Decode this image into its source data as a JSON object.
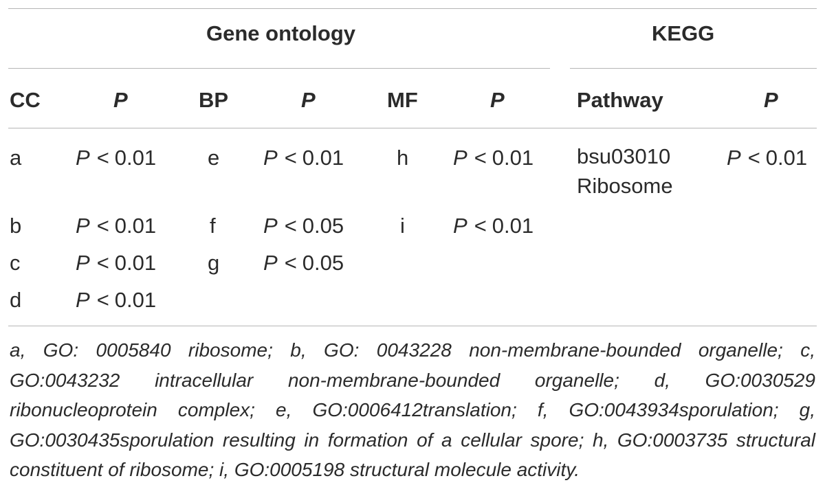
{
  "groups": {
    "gene_ontology": "Gene ontology",
    "kegg": "KEGG"
  },
  "columns": {
    "cc": "CC",
    "cc_p": "P",
    "bp": "BP",
    "bp_p": "P",
    "mf": "MF",
    "mf_p": "P",
    "pathway": "Pathway",
    "pathway_p": "P"
  },
  "cc_rows": [
    {
      "label": "a",
      "p_symbol": "P",
      "op": "<",
      "value": "0.01"
    },
    {
      "label": "b",
      "p_symbol": "P",
      "op": "<",
      "value": "0.01"
    },
    {
      "label": "c",
      "p_symbol": "P",
      "op": "<",
      "value": "0.01"
    },
    {
      "label": "d",
      "p_symbol": "P",
      "op": "<",
      "value": "0.01"
    }
  ],
  "bp_rows": [
    {
      "label": "e",
      "p_symbol": "P",
      "op": "<",
      "value": "0.01"
    },
    {
      "label": "f",
      "p_symbol": "P",
      "op": "<",
      "value": "0.05"
    },
    {
      "label": "g",
      "p_symbol": "P",
      "op": "<",
      "value": "0.05"
    }
  ],
  "mf_rows": [
    {
      "label": "h",
      "p_symbol": "P",
      "op": "<",
      "value": "0.01"
    },
    {
      "label": "i",
      "p_symbol": "P",
      "op": "<",
      "value": "0.01"
    }
  ],
  "kegg_rows": [
    {
      "label": "bsu03010 Ribosome",
      "p_symbol": "P",
      "op": "<",
      "value": "0.01"
    }
  ],
  "footnote": "a, GO: 0005840 ribosome; b, GO: 0043228 non-membrane-bounded organelle; c, GO:0043232 intracellular non-membrane-bounded organelle; d, GO:0030529 ribonucleoprotein complex; e, GO:0006412translation; f, GO:0043934sporulation; g, GO:0030435sporulation resulting in formation of a cellular spore; h, GO:0003735 structural constituent of ribosome; i, GO:0005198 structural molecule activity."
}
